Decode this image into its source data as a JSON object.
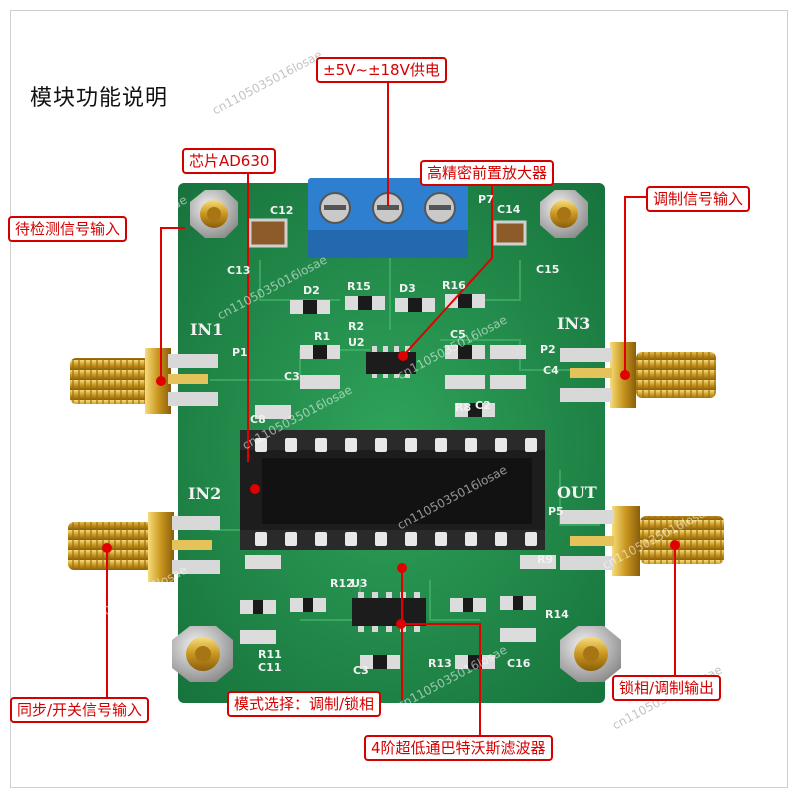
{
  "title": "模块功能说明",
  "callouts": {
    "power": "±5V~±18V供电",
    "chip": "芯片AD630",
    "preamp": "高精密前置放大器",
    "signal_in": "待检测信号输入",
    "mod_in": "调制信号输入",
    "sync_in": "同步/开关信号输入",
    "mode": "模式选择：调制/锁相",
    "out": "锁相/调制输出",
    "filter": "4阶超低通巴特沃斯滤波器"
  },
  "silkscreen": {
    "in1": "IN1",
    "in2": "IN2",
    "in3": "IN3",
    "out": "OUT",
    "c12": "C12",
    "c13": "C13",
    "c14": "C14",
    "c15": "C15",
    "p7": "P7",
    "d2": "D2",
    "d3": "D3",
    "r15": "R15",
    "r16": "R16",
    "r1": "R1",
    "r2": "R2",
    "u2": "U2",
    "c5": "C5",
    "c3": "C3",
    "c4": "C4",
    "p1": "P1",
    "p2": "P2",
    "r8": "R8",
    "c2": "C2",
    "c8": "C8",
    "p5": "P5",
    "r9": "R9",
    "r12": "R12",
    "u3": "U3",
    "r14": "R14",
    "r11": "R11",
    "c11": "C11",
    "c3b": "C3",
    "r13": "R13",
    "c16": "C16"
  },
  "watermark": "cn1105035016losae"
}
